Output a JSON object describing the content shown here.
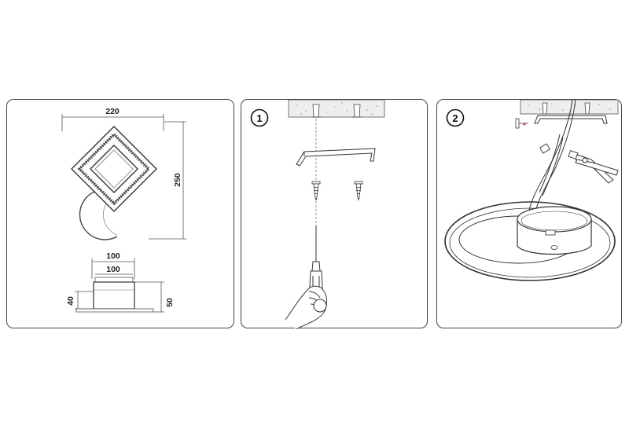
{
  "dimensions_panel": {
    "top_width": "220",
    "height": "250",
    "base_width_outer": "100",
    "base_width_inner": "100",
    "base_height_left": "40",
    "base_height_right": "50"
  },
  "step1": {
    "number": "1"
  },
  "step2": {
    "number": "2"
  }
}
